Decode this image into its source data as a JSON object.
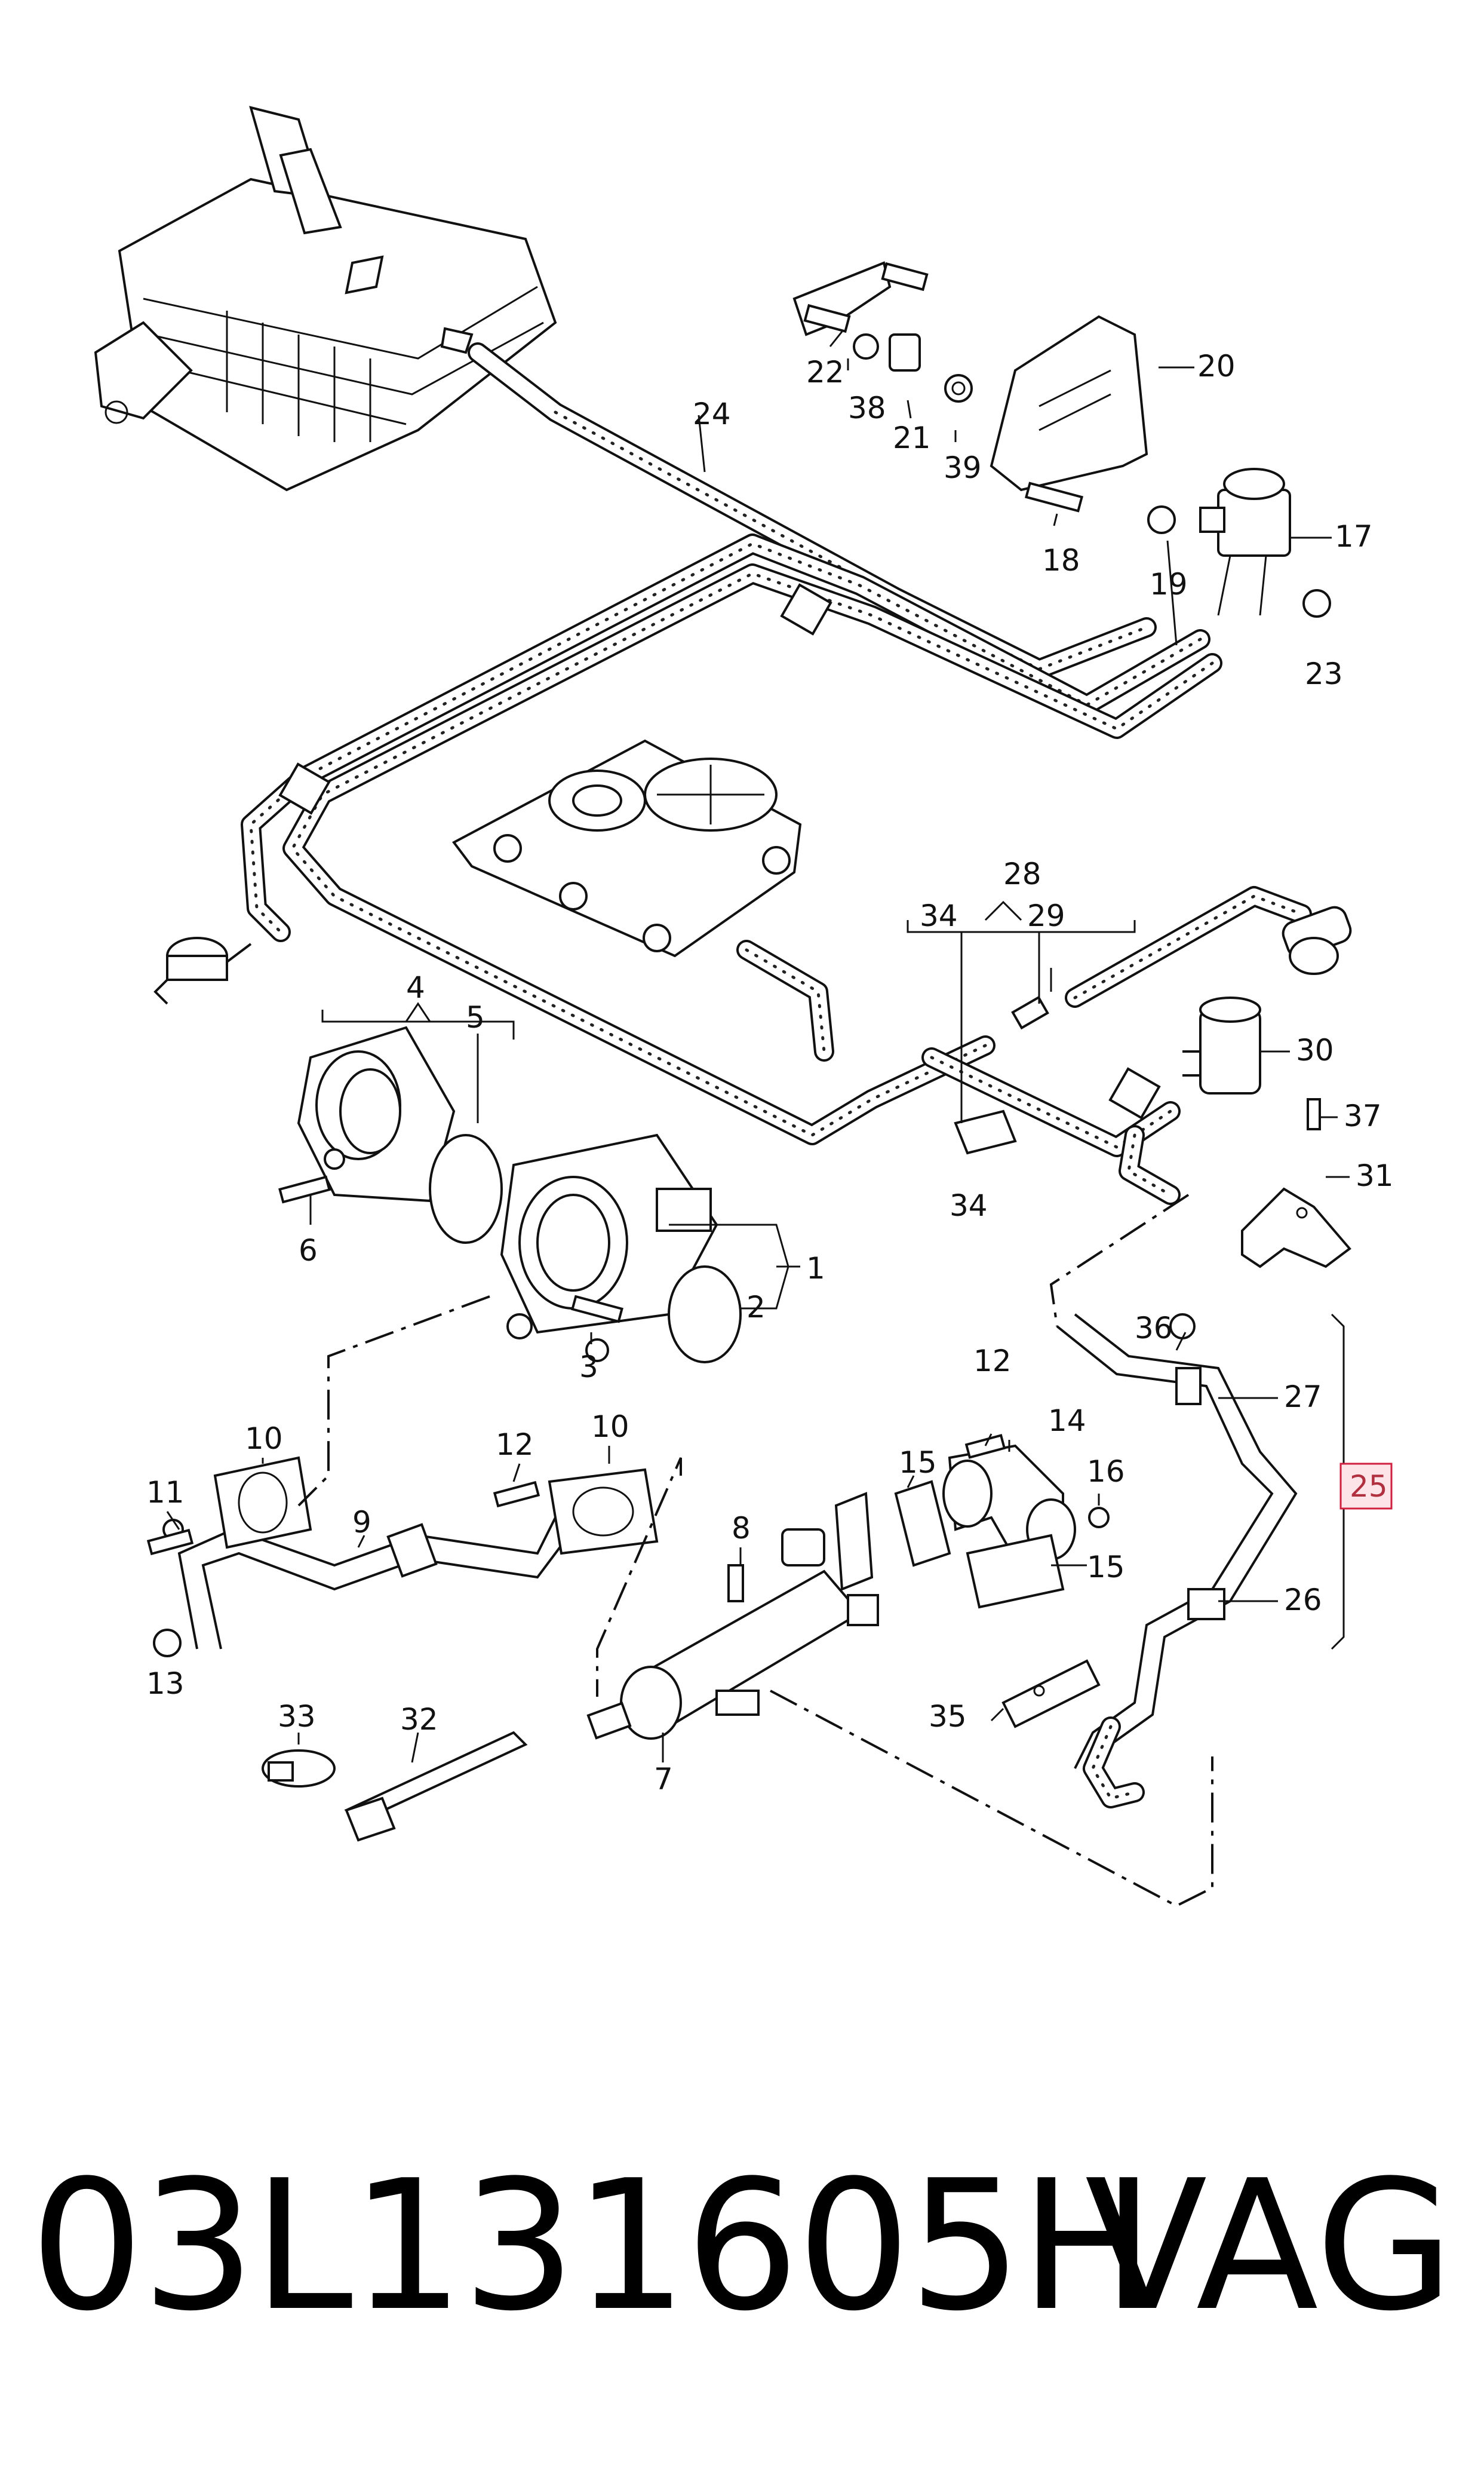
{
  "callouts": {
    "c1": "1",
    "c2": "2",
    "c3": "3",
    "c4": "4",
    "c5": "5",
    "c6": "6",
    "c7": "7",
    "c8": "8",
    "c9": "9",
    "c10a": "10",
    "c10b": "10",
    "c11": "11",
    "c12a": "12",
    "c12b": "12",
    "c13": "13",
    "c14": "14",
    "c15a": "15",
    "c15b": "15",
    "c16": "16",
    "c17": "17",
    "c18": "18",
    "c19": "19",
    "c20": "20",
    "c21": "21",
    "c22": "22",
    "c23": "23",
    "c24": "24",
    "c25": "25",
    "c26": "26",
    "c27": "27",
    "c28": "28",
    "c29": "29",
    "c30": "30",
    "c31": "31",
    "c32": "32",
    "c33": "33",
    "c34a": "34",
    "c34b": "34",
    "c35": "35",
    "c36": "36",
    "c37": "37",
    "c38": "38",
    "c39": "39"
  },
  "highlight": {
    "color": "#d02040",
    "fill": "#fde4e8"
  },
  "footer": {
    "part_number": "03L131605H",
    "brand": "VAG"
  }
}
